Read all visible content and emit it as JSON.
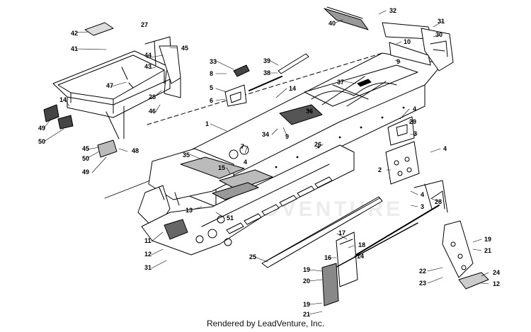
{
  "credit": "Rendered by LeadVenture, Inc.",
  "watermark": "LEADVENTURE",
  "colors": {
    "ink": "#000000",
    "paper": "#ffffff",
    "shade": "#cfcfcf",
    "dark": "#3a3a3a"
  },
  "callouts": [
    "42",
    "41",
    "27",
    "44",
    "45",
    "43",
    "47",
    "28",
    "46",
    "14",
    "49",
    "50",
    "45",
    "50",
    "49",
    "48",
    "33",
    "8",
    "5",
    "6",
    "39",
    "38",
    "40",
    "32",
    "31",
    "30",
    "10",
    "9",
    "37",
    "1",
    "14",
    "36",
    "34",
    "9",
    "4",
    "29",
    "3",
    "26",
    "35",
    "7",
    "15",
    "4",
    "2",
    "4",
    "4",
    "3",
    "28",
    "13",
    "51",
    "11",
    "12",
    "31",
    "17",
    "18",
    "16",
    "14",
    "25",
    "19",
    "20",
    "19",
    "21",
    "19",
    "21",
    "22",
    "23",
    "24",
    "12"
  ]
}
